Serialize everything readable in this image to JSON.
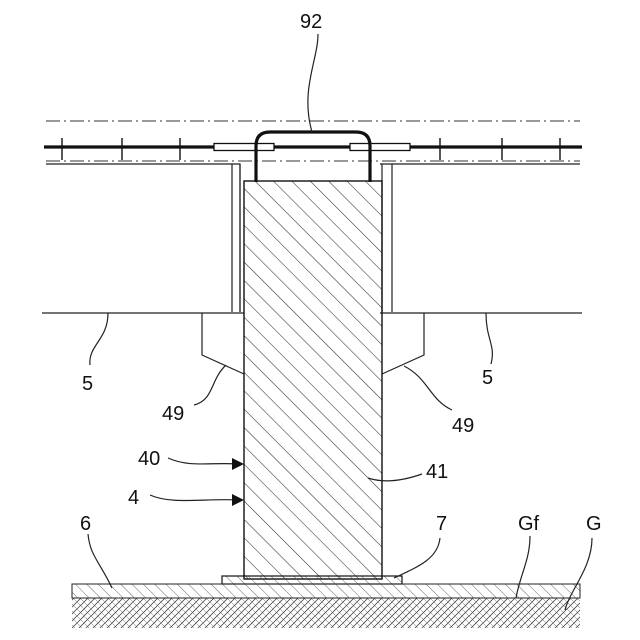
{
  "figure": {
    "labels": {
      "l92": "92",
      "l5_left": "5",
      "l5_right": "5",
      "l49_left": "49",
      "l49_right": "49",
      "l40": "40",
      "l4": "4",
      "l41": "41",
      "l6": "6",
      "l7": "7",
      "lGf": "Gf",
      "lG": "G"
    }
  }
}
